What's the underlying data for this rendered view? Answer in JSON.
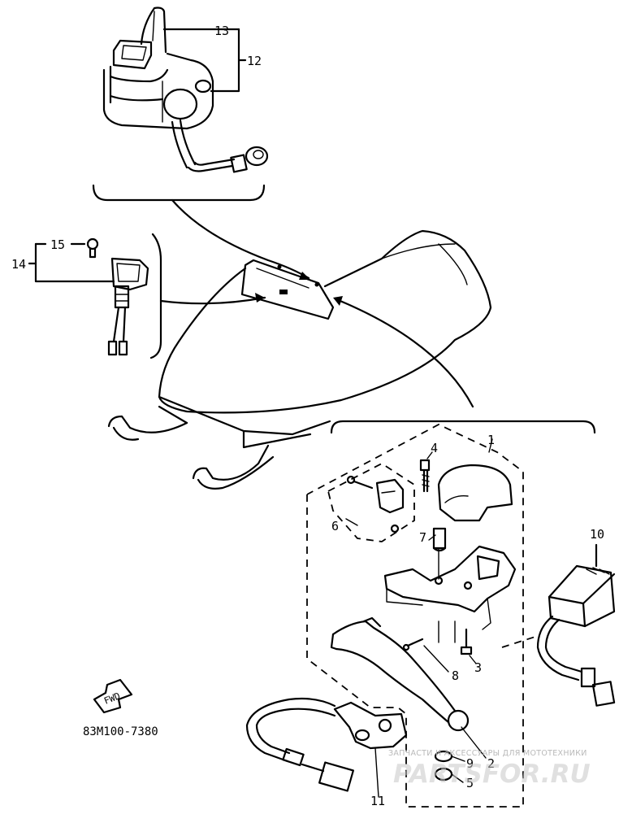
{
  "diagram": {
    "part_code": "83M100-7380",
    "direction_marker": "FWD",
    "callouts": {
      "c1": "1",
      "c2": "2",
      "c3": "3",
      "c4": "4",
      "c5": "5",
      "c6": "6",
      "c7": "7",
      "c8": "8",
      "c9": "9",
      "c10": "10",
      "c11": "11",
      "c12": "12",
      "c13": "13",
      "c14": "14",
      "c15": "15"
    }
  },
  "watermark": {
    "tagline": "ЗАПЧАСТИ И АКСЕССУАРЫ ДЛЯ МОТОТЕХНИКИ",
    "brand": "PARTSFOR.RU"
  }
}
